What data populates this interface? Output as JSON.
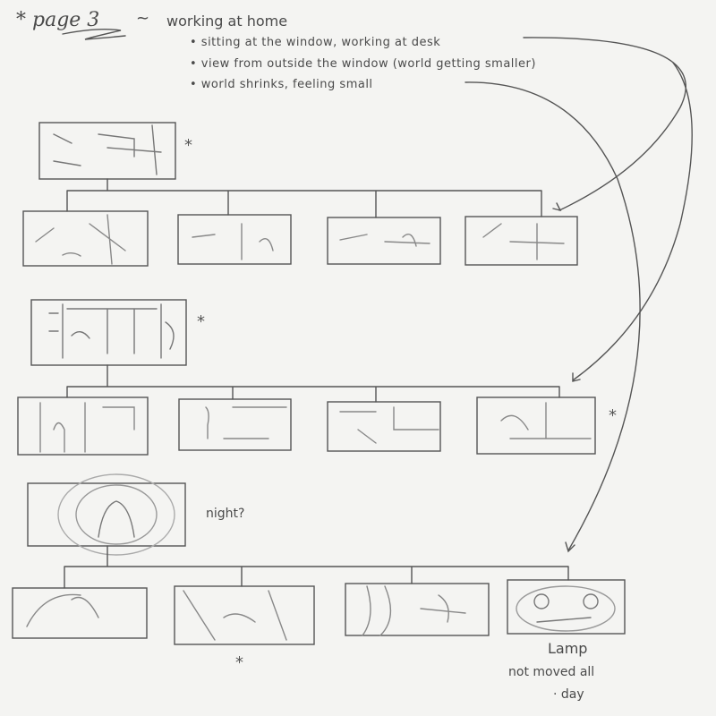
{
  "header": {
    "title": "* page 3",
    "tilde": "~",
    "subtitle": "working at home"
  },
  "bullets": [
    "• sitting at the window, working at desk",
    "• view from outside the window (world getting smaller)",
    "• world shrinks, feeling small"
  ],
  "annotations": {
    "night": "night?",
    "lamp": "Lamp",
    "not_moved_1": "not moved all",
    "not_moved_2": "· day"
  },
  "colors": {
    "paper": "#f4f4f2",
    "pencil": "#555555"
  }
}
